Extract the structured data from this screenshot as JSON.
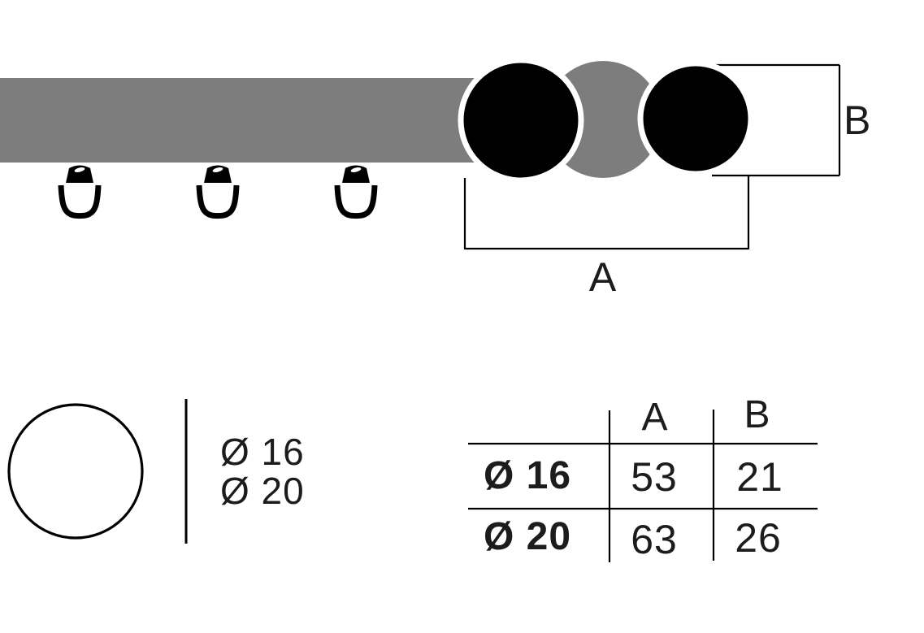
{
  "colors": {
    "background": "#ffffff",
    "rail": "#7d7d7d",
    "sphere_gray": "#7d7d7d",
    "sphere_black": "#000000",
    "line": "#000000"
  },
  "diagram": {
    "dim_a_label": "A",
    "dim_b_label": "B"
  },
  "diameter_options": {
    "items": [
      "Ø 16",
      "Ø 20"
    ]
  },
  "spec_table": {
    "col_a": "A",
    "col_b": "B",
    "rows": [
      {
        "diameter": "Ø 16",
        "a": "53",
        "b": "21"
      },
      {
        "diameter": "Ø 20",
        "a": "63",
        "b": "26"
      }
    ]
  }
}
